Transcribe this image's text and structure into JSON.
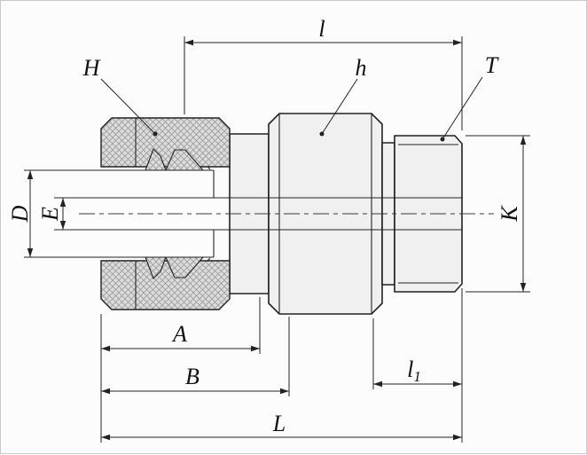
{
  "drawing": {
    "kind": "tube-fitting-male-connector-dimension-drawing",
    "labels": {
      "l": "l",
      "H": "H",
      "h": "h",
      "T": "T",
      "D": "D",
      "E": "E",
      "K": "K",
      "A": "A",
      "B": "B",
      "l1": "l",
      "l1_sub": "1",
      "L": "L"
    },
    "colors": {
      "line": "#222222",
      "metal_fill": "#f0f0f0",
      "hatch_fill": "#dcdcdc",
      "hatch_line": "#9b9b9b",
      "background": "#fcfcfc"
    }
  }
}
